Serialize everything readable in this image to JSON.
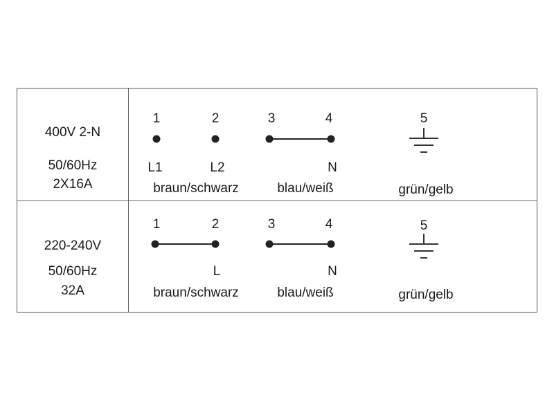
{
  "rows": [
    {
      "spec": [
        "400V 2-N",
        "50/60Hz",
        "2X16A"
      ],
      "terminals": [
        "1",
        "2",
        "3",
        "4",
        "5"
      ],
      "labels": {
        "t1": "L1",
        "t2": "L2",
        "t4": "N"
      },
      "colors": {
        "t12": "braun/schwarz",
        "t34": "blau/weiß",
        "t5": "grün/gelb"
      }
    },
    {
      "spec": [
        "220-240V",
        "50/60Hz",
        "32A"
      ],
      "terminals": [
        "1",
        "2",
        "3",
        "4",
        "5"
      ],
      "labels": {
        "t2": "L",
        "t4": "N"
      },
      "colors": {
        "t12": "braun/schwarz",
        "t34": "blau/weiß",
        "t5": "grün/gelb"
      }
    }
  ],
  "ground_symbol": "earth-ground-icon"
}
